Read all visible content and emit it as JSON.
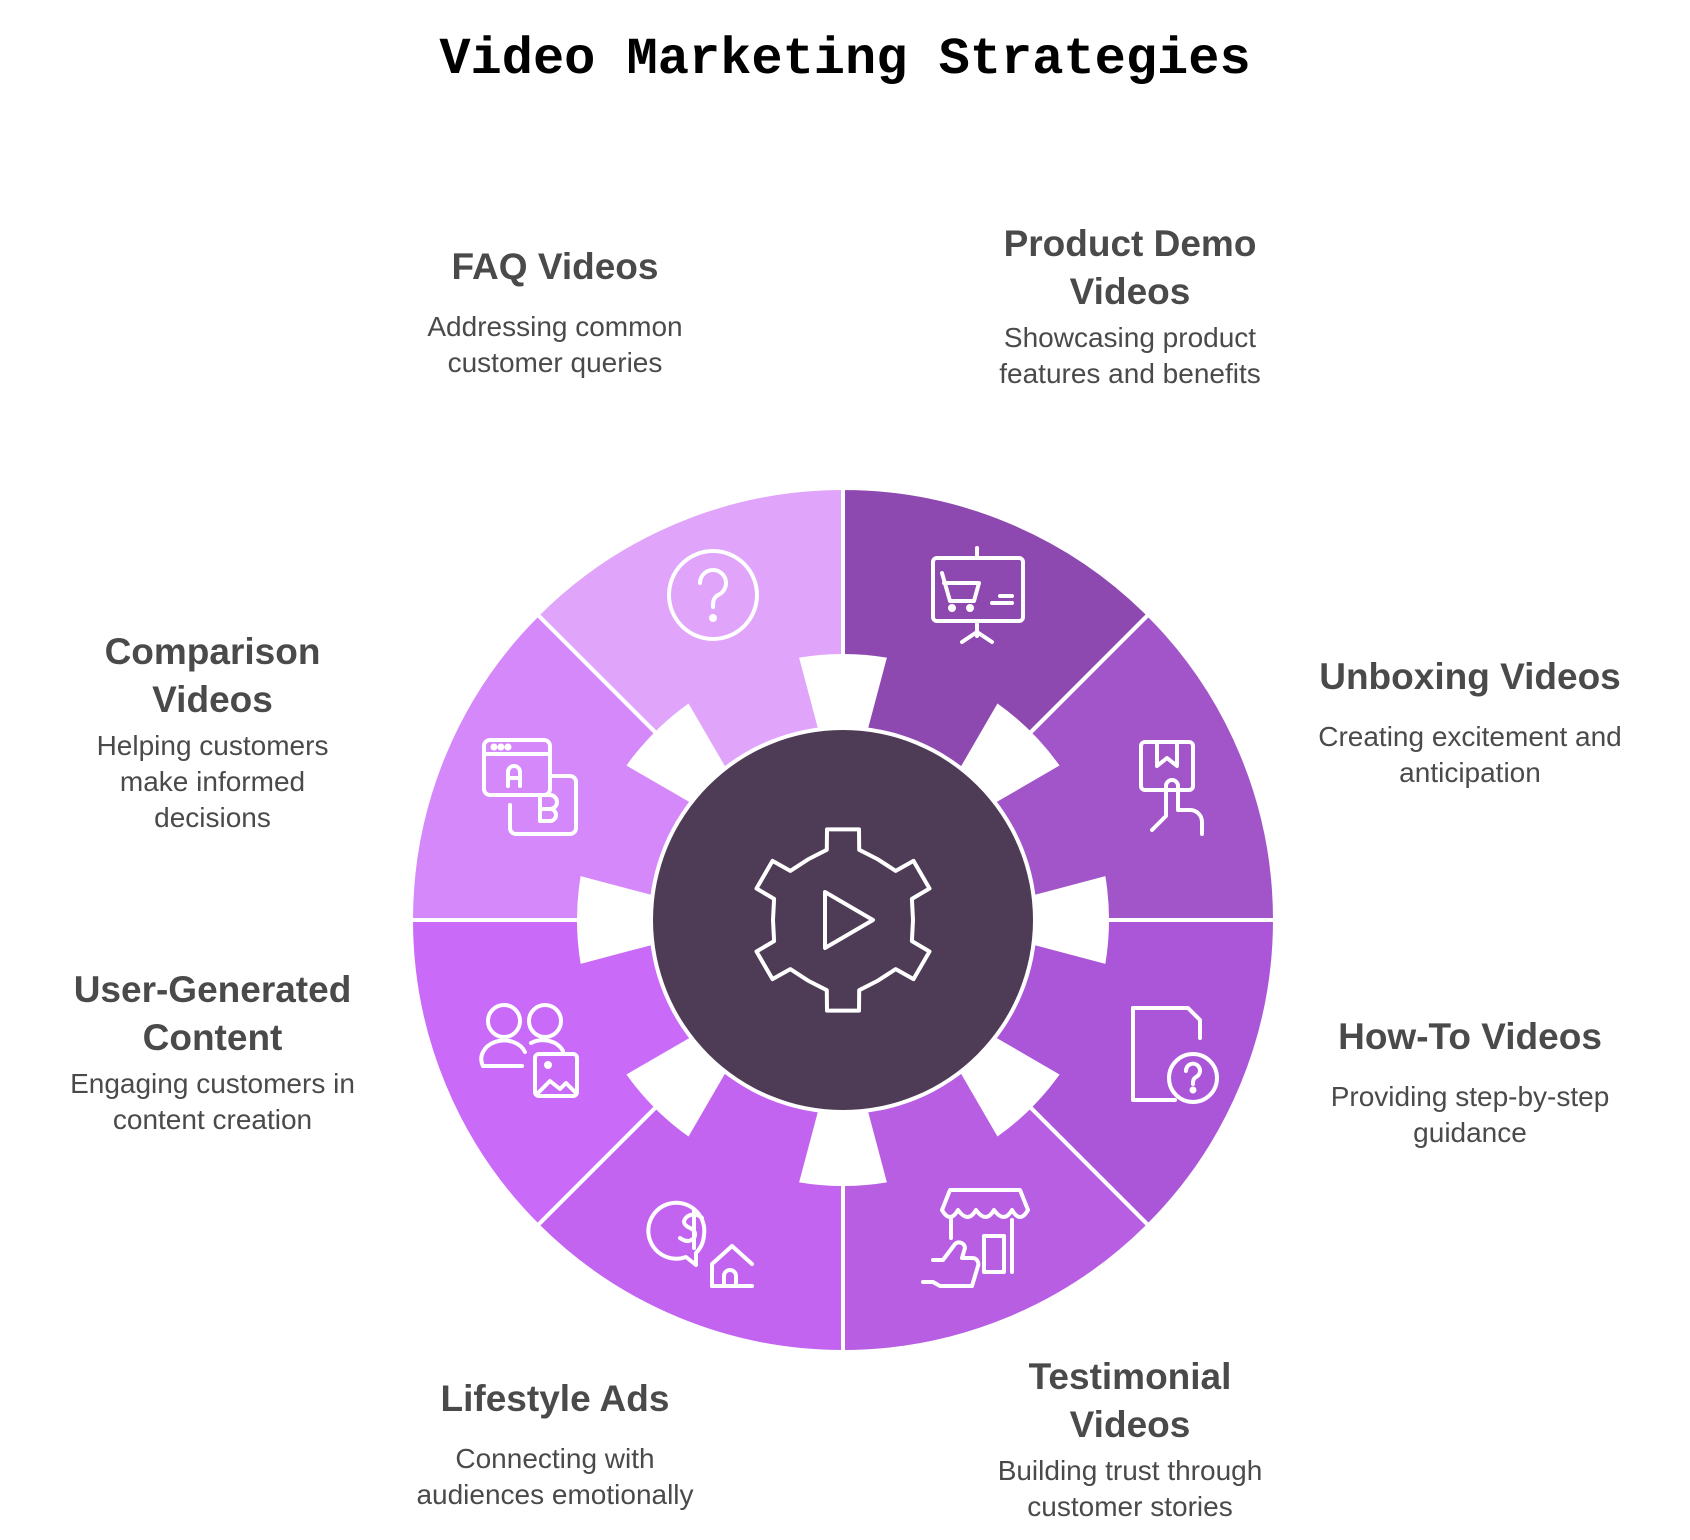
{
  "title": "Video Marketing Strategies",
  "center": {
    "icon": "gear-play-icon",
    "color": "#4E3B56"
  },
  "segments": [
    {
      "id": "product-demo",
      "title": "Product Demo Videos",
      "title_lines": [
        "Product Demo",
        "Videos"
      ],
      "description_lines": [
        "Showcasing product",
        "features and benefits"
      ],
      "icon": "presentation-cart-icon",
      "color": "#8E49B0"
    },
    {
      "id": "unboxing",
      "title": "Unboxing Videos",
      "title_lines": [
        "Unboxing Videos"
      ],
      "description_lines": [
        "Creating excitement and",
        "anticipation"
      ],
      "icon": "box-hand-icon",
      "color": "#A155C8"
    },
    {
      "id": "how-to",
      "title": "How-To Videos",
      "title_lines": [
        "How-To Videos"
      ],
      "description_lines": [
        "Providing step-by-step",
        "guidance"
      ],
      "icon": "document-question-icon",
      "color": "#AB56D8"
    },
    {
      "id": "testimonial",
      "title": "Testimonial Videos",
      "title_lines": [
        "Testimonial",
        "Videos"
      ],
      "description_lines": [
        "Building trust through",
        "customer stories"
      ],
      "icon": "store-thumbs-up-icon",
      "color": "#B85EE3"
    },
    {
      "id": "lifestyle",
      "title": "Lifestyle Ads",
      "title_lines": [
        "Lifestyle Ads"
      ],
      "description_lines": [
        "Connecting with",
        "audiences emotionally"
      ],
      "icon": "dollar-home-icon",
      "color": "#C364F0"
    },
    {
      "id": "ugc",
      "title": "User-Generated Content",
      "title_lines": [
        "User-Generated",
        "Content"
      ],
      "description_lines": [
        "Engaging customers in",
        "content creation"
      ],
      "icon": "users-image-icon",
      "color": "#C96AF8"
    },
    {
      "id": "comparison",
      "title": "Comparison Videos",
      "title_lines": [
        "Comparison",
        "Videos"
      ],
      "description_lines": [
        "Helping customers",
        "make informed",
        "decisions"
      ],
      "icon": "ab-compare-icon",
      "color": "#D588FA"
    },
    {
      "id": "faq",
      "title": "FAQ Videos",
      "title_lines": [
        "FAQ Videos"
      ],
      "description_lines": [
        "Addressing common",
        "customer queries"
      ],
      "icon": "question-circle-icon",
      "color": "#E0A4FB"
    }
  ]
}
